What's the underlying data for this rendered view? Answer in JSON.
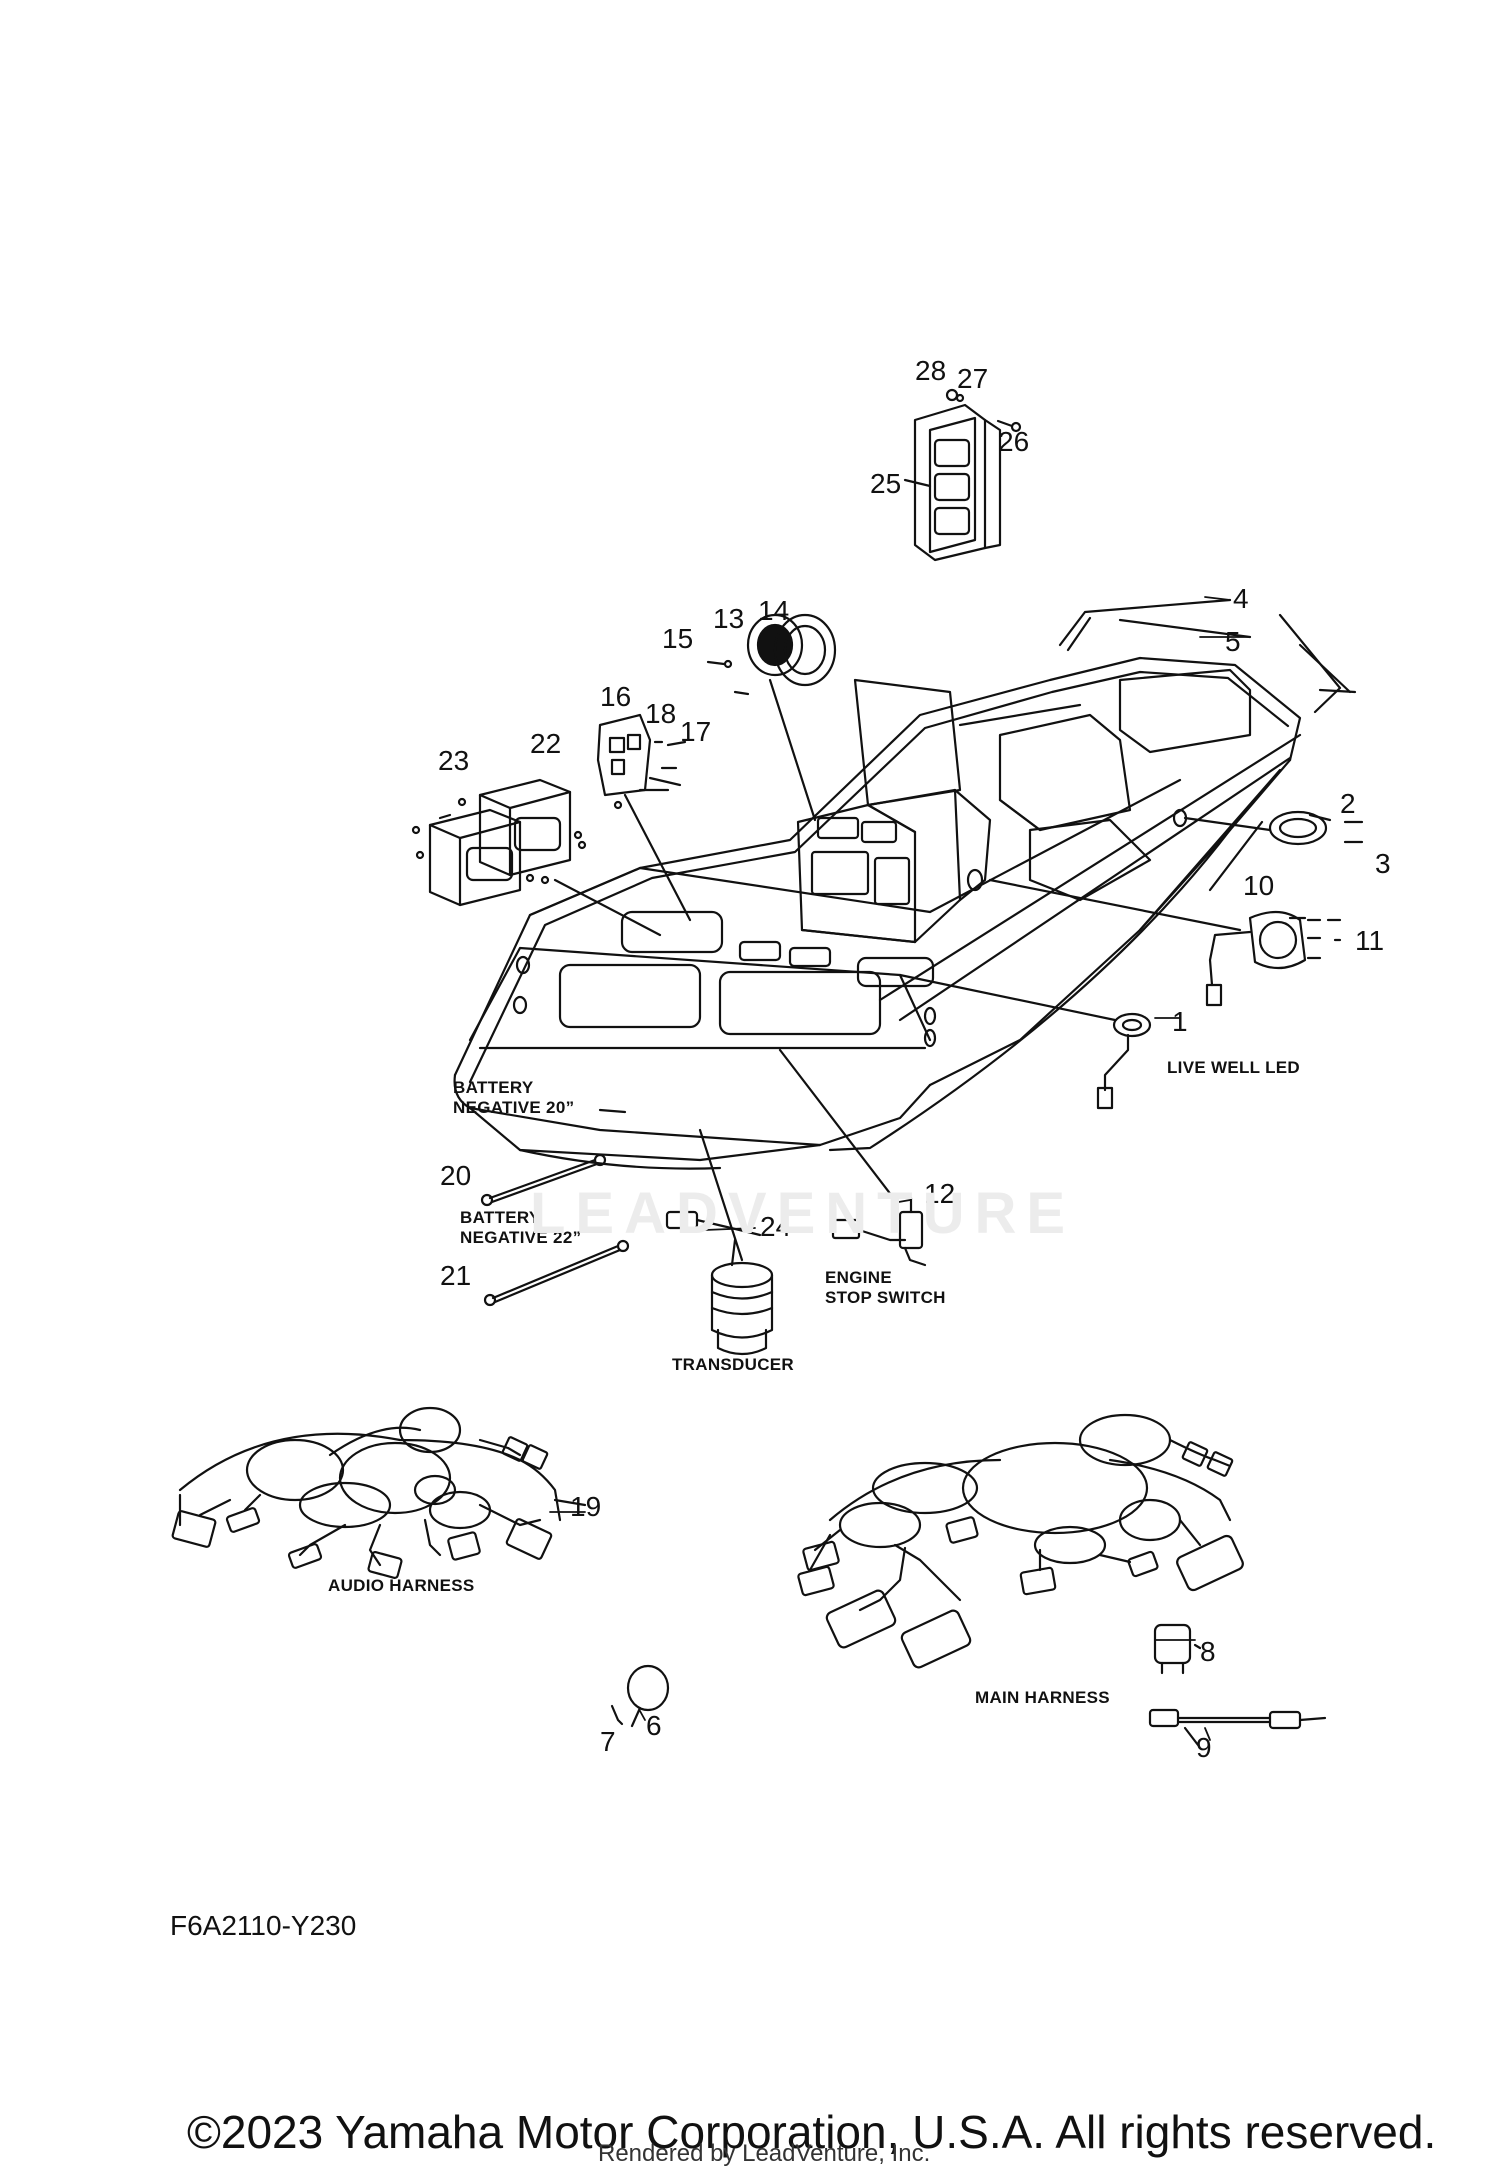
{
  "callouts": {
    "c1": "1",
    "c2": "2",
    "c3": "3",
    "c4": "4",
    "c5": "5",
    "c6": "6",
    "c7": "7",
    "c8": "8",
    "c9": "9",
    "c10": "10",
    "c11": "11",
    "c12": "12",
    "c13": "13",
    "c14": "14",
    "c15": "15",
    "c16": "16",
    "c17": "17",
    "c18": "18",
    "c19": "19",
    "c20": "20",
    "c21": "21",
    "c22": "22",
    "c23": "23",
    "c24": "24",
    "c25": "25",
    "c26": "26",
    "c27": "27",
    "c28": "28"
  },
  "labels": {
    "live_well_led": "LIVE WELL LED",
    "battery_negative_20_line1": "BATTERY",
    "battery_negative_20_line2": "NEGATIVE 20”",
    "battery_negative_22_line1": "BATTERY",
    "battery_negative_22_line2": "NEGATIVE 22”",
    "engine_stop_switch_line1": "ENGINE",
    "engine_stop_switch_line2": "STOP SWITCH",
    "transducer": "TRANSDUCER",
    "audio_harness": "AUDIO HARNESS",
    "main_harness": "MAIN HARNESS"
  },
  "diagram_code": "F6A2110-Y230",
  "watermark": "LEADVENTURE",
  "copyright": "©2023 Yamaha Motor Corporation, U.S.A. All rights reserved.",
  "rendered_by": "Rendered by LeadVenture, Inc."
}
